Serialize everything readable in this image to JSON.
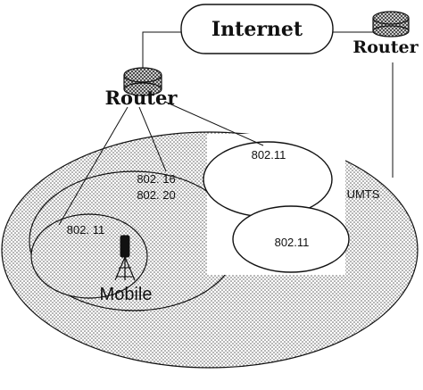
{
  "diagram": {
    "internet_label": "Internet",
    "left_router_label": "Router",
    "right_router_label": "Router",
    "umts_label": "UMTS",
    "wimax_label_line1": "802. 16",
    "wimax_label_line2": "802. 20",
    "wifi_top_label": "802.11",
    "wifi_mid_label": "802.11",
    "wifi_left_label": "802. 11",
    "mobile_label": "Mobile"
  }
}
